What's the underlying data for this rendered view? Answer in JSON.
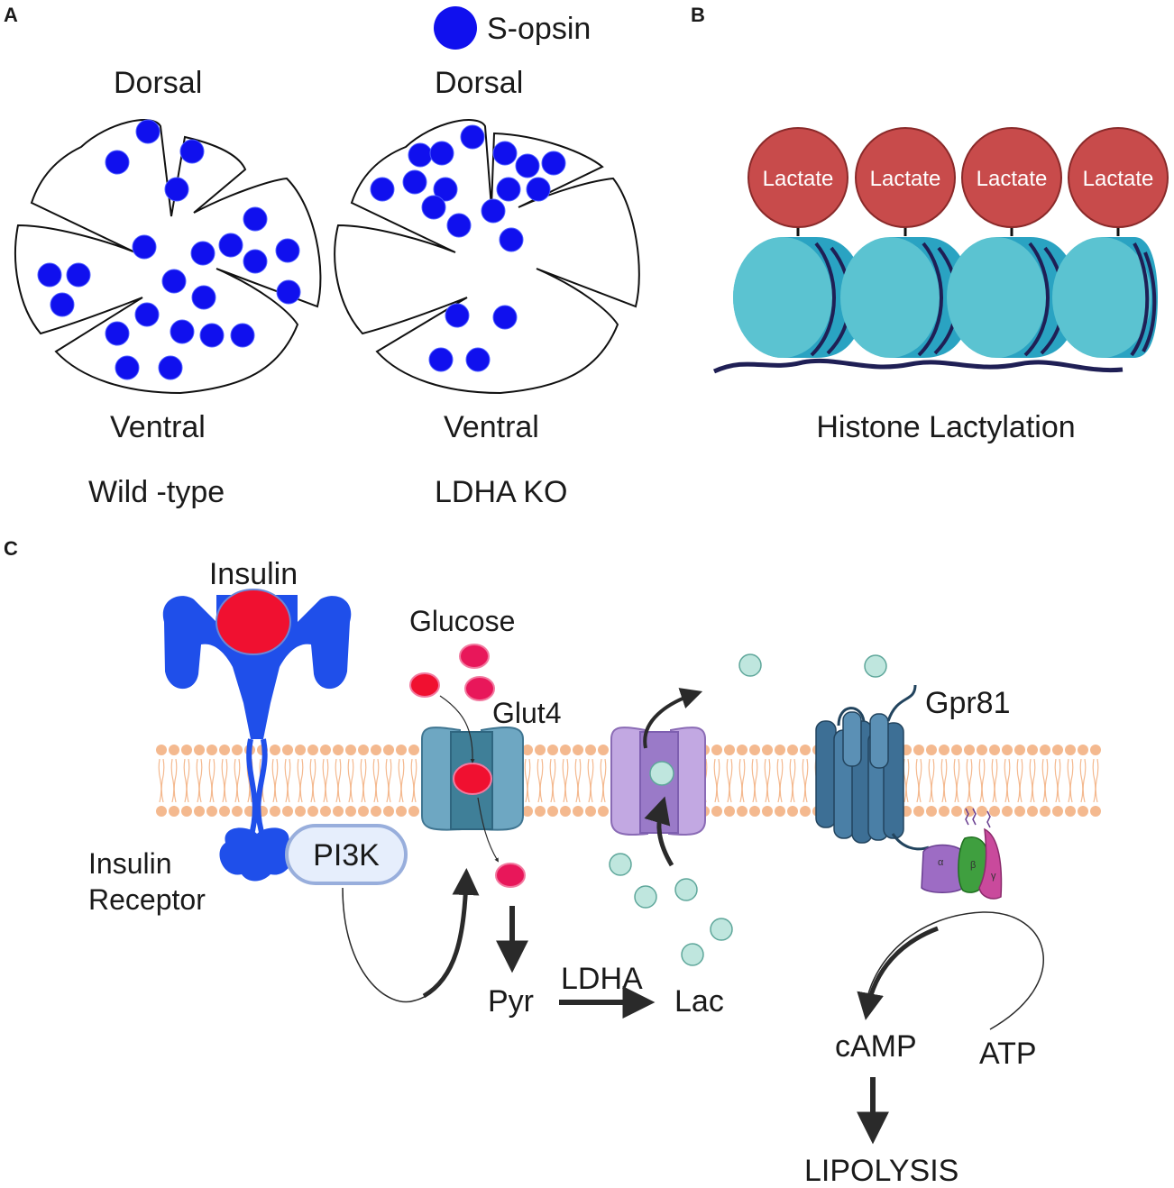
{
  "panels": {
    "a": "A",
    "b": "B",
    "c": "C"
  },
  "panel_a": {
    "legend": "S-opsin",
    "dorsal_left": "Dorsal",
    "dorsal_right": "Dorsal",
    "ventral_left": "Ventral",
    "ventral_right": "Ventral",
    "wildtype": "Wild -type",
    "ko": "LDHA KO"
  },
  "panel_b": {
    "lactate": [
      "Lactate",
      "Lactate",
      "Lactate",
      "Lactate"
    ],
    "caption": "Histone Lactylation"
  },
  "panel_c": {
    "insulin": "Insulin",
    "receptor_line1": "Insulin",
    "receptor_line2": "Receptor",
    "pi3k": "PI3K",
    "glucose": "Glucose",
    "glut4": "Glut4",
    "pyr": "Pyr",
    "ldha": "LDHA",
    "lac": "Lac",
    "gpr81": "Gpr81",
    "alpha": "α",
    "beta": "β",
    "gamma": "γ",
    "camp": "cAMP",
    "atp": "ATP",
    "lipolysis": "LIPOLYSIS"
  },
  "colors": {
    "sopsin": "#1010ee",
    "lactate": "#c84b4b",
    "histone": "#2aa3c2",
    "insulin_receptor": "#1f4fea",
    "insulin": "#f01030",
    "glut4": "#6ea7c2",
    "mct": "#b597d6",
    "gpr81": "#3d6f95",
    "lactate_dot": "#bfe6de",
    "membrane": "#f4b98f"
  }
}
